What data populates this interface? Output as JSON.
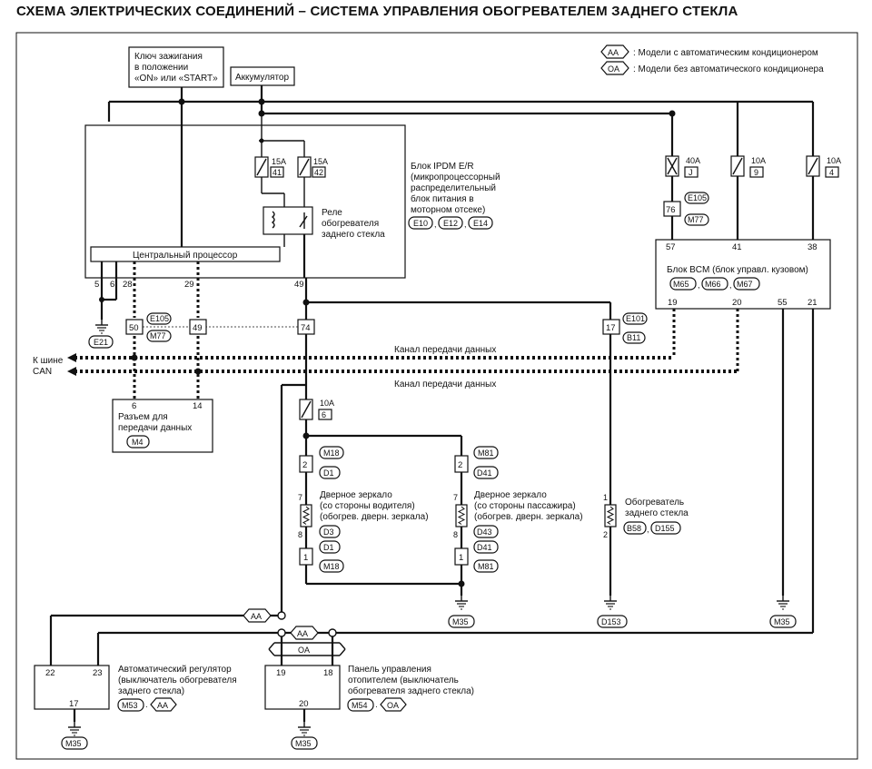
{
  "title": "СХЕМА ЭЛЕКТРИЧЕСКИХ СОЕДИНЕНИЙ – СИСТЕМА УПРАВЛЕНИЯ ОБОГРЕВАТЕЛЕМ ЗАДНЕГО СТЕКЛА",
  "legend": {
    "aa_code": "AA",
    "aa_text": ": Модели с автоматическим кондиционером",
    "oa_code": "OA",
    "oa_text": ": Модели без автоматического кондиционера"
  },
  "ignition": {
    "l1": "Ключ зажигания",
    "l2": "в положении",
    "l3": "«ON» или «START»"
  },
  "battery": "Аккумулятор",
  "ipdm": {
    "l1": "Блок IPDM E/R",
    "l2": "(микропроцессорный",
    "l3": "распределительный",
    "l4": "блок питания в",
    "l5": "моторном отсеке)",
    "conn1": "E10",
    "conn2": "E12",
    "conn3": "E14",
    "cpu": "Центральный процессор",
    "relay_l1": "Реле",
    "relay_l2": "обогревателя",
    "relay_l3": "заднего стекла",
    "fuse1_a": "15A",
    "fuse1_n": "41",
    "fuse2_a": "15A",
    "fuse2_n": "42",
    "pins": {
      "p5": "5",
      "p6": "6",
      "p28": "28",
      "p29": "29",
      "p49": "49"
    }
  },
  "bcm": {
    "l1": "Блок BCM (блок управл. кузовом)",
    "conn1": "M65",
    "conn2": "M66",
    "conn3": "M67",
    "fuseJ_a": "40A",
    "fuseJ_n": "J",
    "fuse9_a": "10A",
    "fuse9_n": "9",
    "fuse4_a": "10A",
    "fuse4_n": "4",
    "pins": {
      "p57": "57",
      "p41": "41",
      "p38": "38",
      "p19": "19",
      "p20": "20",
      "p55": "55",
      "p21": "21"
    }
  },
  "jc76": {
    "pin": "76",
    "c1": "E105",
    "c2": "M77"
  },
  "jc50": {
    "pin50": "50",
    "pin49": "49",
    "pin74": "74",
    "c1": "E105",
    "c2": "M77"
  },
  "jc17": {
    "pin": "17",
    "c1": "E101",
    "c2": "B11"
  },
  "ground_e21": "E21",
  "can": {
    "l1": "К шине",
    "l2": "CAN",
    "line1": "Канал передачи данных",
    "line2": "Канал передачи данных"
  },
  "dlc": {
    "l1": "Разъем для",
    "l2": "передачи данных",
    "conn": "M4",
    "p6": "6",
    "p14": "14"
  },
  "fuse6": {
    "a": "10A",
    "n": "6"
  },
  "mirror_driver": {
    "c_top": "M18",
    "p2": "2",
    "c_d1": "D1",
    "p7": "7",
    "l1": "Дверное зеркало",
    "l2": "(со стороны водителя)",
    "l3": "(обогрев. дверн. зеркала)",
    "c_d3": "D3",
    "p8": "8",
    "c_d1b": "D1",
    "p1": "1",
    "c_bot": "M18"
  },
  "mirror_pass": {
    "c_top": "M81",
    "p2": "2",
    "c_d41": "D41",
    "p7": "7",
    "l1": "Дверное зеркало",
    "l2": "(со стороны пассажира)",
    "l3": "(обогрев. дверн. зеркала)",
    "c_d43": "D43",
    "p8": "8",
    "c_d41b": "D41",
    "p1": "1",
    "c_bot": "M81"
  },
  "rear_heater": {
    "l1": "Обогреватель",
    "l2": "заднего стекла",
    "p1": "1",
    "p2": "2",
    "c1": "B58",
    "c2": "D155"
  },
  "grounds": {
    "g1": "M35",
    "g2": "D153",
    "g3": "M35",
    "g4": "M35",
    "g5": "M35"
  },
  "auto_reg": {
    "l1": "Автоматический регулятор",
    "l2": "(выключатель обогревателя",
    "l3": "заднего стекла)",
    "conn": "M53",
    "tag": "AA",
    "p22": "22",
    "p23": "23",
    "p17": "17"
  },
  "heater_panel": {
    "l1": "Панель управления",
    "l2": "отопителем (выключатель",
    "l3": "обогревателя заднего стекла)",
    "conn": "M54",
    "tag": "OA",
    "p19": "19",
    "p18": "18",
    "p20": "20"
  },
  "tags": {
    "aa1": "AA",
    "aa2": "AA",
    "oa1": "OA"
  }
}
